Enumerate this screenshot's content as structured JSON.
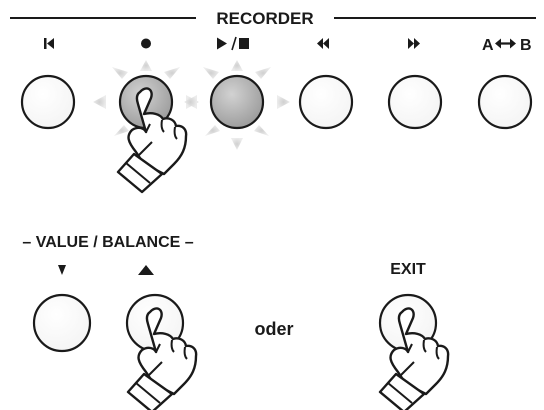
{
  "recorder": {
    "title": "RECORDER",
    "buttons": [
      {
        "label": "⏮",
        "icon": "skip-to-start-icon"
      },
      {
        "label": "●",
        "icon": "record-icon"
      },
      {
        "label": "▶/■",
        "icon": "play-stop-icon"
      },
      {
        "label": "◀◀",
        "icon": "rewind-icon"
      },
      {
        "label": "▶▶",
        "icon": "fast-forward-icon"
      },
      {
        "label": "A ↔ B",
        "icon": "ab-repeat-icon"
      }
    ]
  },
  "value_balance": {
    "title": "– VALUE / BALANCE –",
    "down_label": "▼",
    "up_label": "▲"
  },
  "or_text": "oder",
  "exit": {
    "label": "EXIT"
  }
}
